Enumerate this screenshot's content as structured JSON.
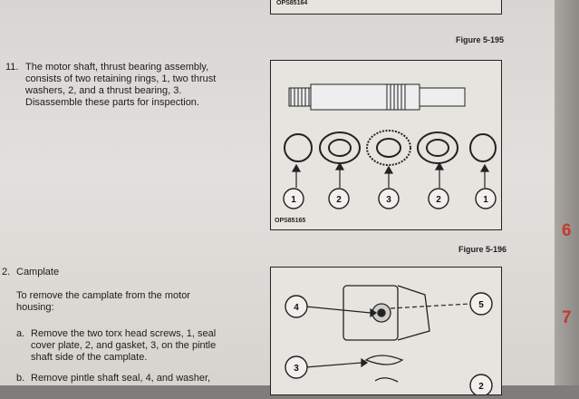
{
  "figures": {
    "top": {
      "ref": "OPS85164",
      "caption": "Figure 5-195"
    },
    "middle": {
      "ref": "OPS85165",
      "caption": "Figure 5-196",
      "callouts": [
        "1",
        "2",
        "3",
        "2",
        "1"
      ]
    },
    "bottom": {
      "callouts": [
        "4",
        "5",
        "3",
        "2"
      ]
    }
  },
  "steps": {
    "s11_num": "11.",
    "s11_lines": [
      "The motor shaft, thrust bearing assembly,",
      "consists of two retaining rings, 1, two thrust",
      "washers, 2, and a thrust bearing, 3.",
      "Disassemble these parts for inspection."
    ],
    "s2_num": "2.",
    "s2_title": "Camplate",
    "s2_lines": [
      "To remove the camplate from the motor",
      "housing:"
    ],
    "a_label": "a.",
    "a_lines": [
      "Remove the two torx head screws, 1, seal",
      "cover plate, 2, and gasket, 3, on the pintle",
      "shaft side of the camplate."
    ],
    "b_label": "b.",
    "b_lines": [
      "Remove pintle shaft seal, 4, and washer,"
    ]
  },
  "side_tabs": [
    "6",
    "7"
  ]
}
